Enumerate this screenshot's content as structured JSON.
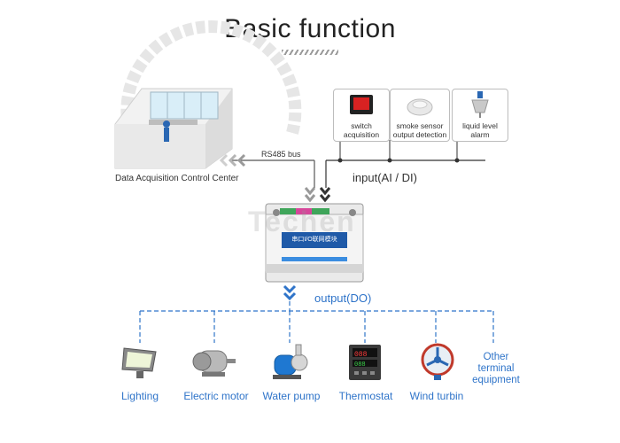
{
  "title": "Basic function",
  "control_center": {
    "label": "Data Acquisition Control Center"
  },
  "bus": {
    "label": "RS485  bus"
  },
  "input": {
    "label": "input(AI / DI)"
  },
  "sensors": [
    {
      "label_line1": "switch",
      "label_line2": "acquisition",
      "icon": "red-switch-icon"
    },
    {
      "label_line1": "smoke sensor",
      "label_line2": "output detection",
      "icon": "smoke-sensor-icon"
    },
    {
      "label_line1": "liquid level",
      "label_line2": "alarm",
      "icon": "liquid-level-icon"
    }
  ],
  "module": {
    "chip_text": "串口I/O联网模块",
    "watermark": "Techen"
  },
  "output": {
    "label": "output(DO)"
  },
  "outputs": [
    {
      "label": "Lighting",
      "icon": "floodlight-icon"
    },
    {
      "label": "Electric motor",
      "icon": "electric-motor-icon"
    },
    {
      "label": "Water pump",
      "icon": "water-pump-icon"
    },
    {
      "label": "Thermostat",
      "icon": "thermostat-icon"
    },
    {
      "label": "Wind turbin",
      "icon": "wind-fan-icon"
    },
    {
      "label_line1": "Other",
      "label_line2": "terminal",
      "label_line3": "equipment"
    }
  ],
  "colors": {
    "accent_blue": "#2f74c9",
    "arrow_gray": "#888888",
    "line_dark": "#333333"
  }
}
